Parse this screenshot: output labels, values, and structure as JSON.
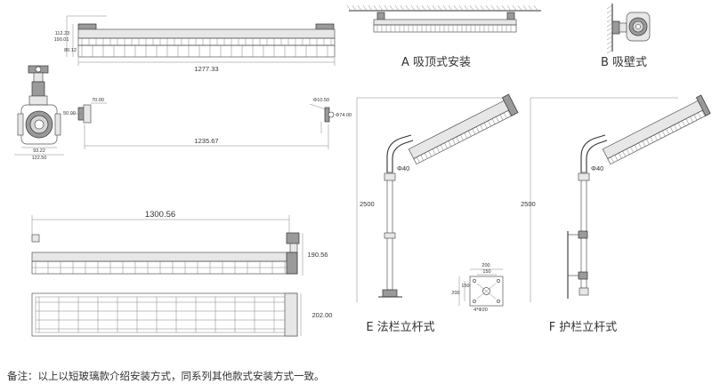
{
  "labels": {
    "ceiling": "A 吸顶式安装",
    "wall": "B 吸壁式",
    "flange_pole": "E 法栏立杆式",
    "guard_pole": "F 护栏立杆式"
  },
  "note": "备注：以上以短玻璃款介绍安装方式，同系列其他款式安装方式一致。",
  "dimensions": {
    "top_length": "1277.33",
    "top_h1": "112.23",
    "top_h2": "190.01",
    "top_h3": "80.12",
    "mid_length": "1235.67",
    "hole": "Φ10.50",
    "plate": "Φ74.00",
    "small_a": "70.00",
    "small_b": "50.00",
    "side_w1": "93.22",
    "side_w2": "122.50",
    "front_length": "1300.56",
    "front_height": "190.56",
    "plan_height": "202.00",
    "pole_dia_e": "Φ40",
    "pole_dia_f": "Φ40",
    "pole_height_e": "2500",
    "pole_height_f": "2500",
    "flange_w": "200",
    "flange_w2": "150",
    "flange_h2": "150",
    "flange_h": "200",
    "flange_holes": "4*Φ20"
  }
}
